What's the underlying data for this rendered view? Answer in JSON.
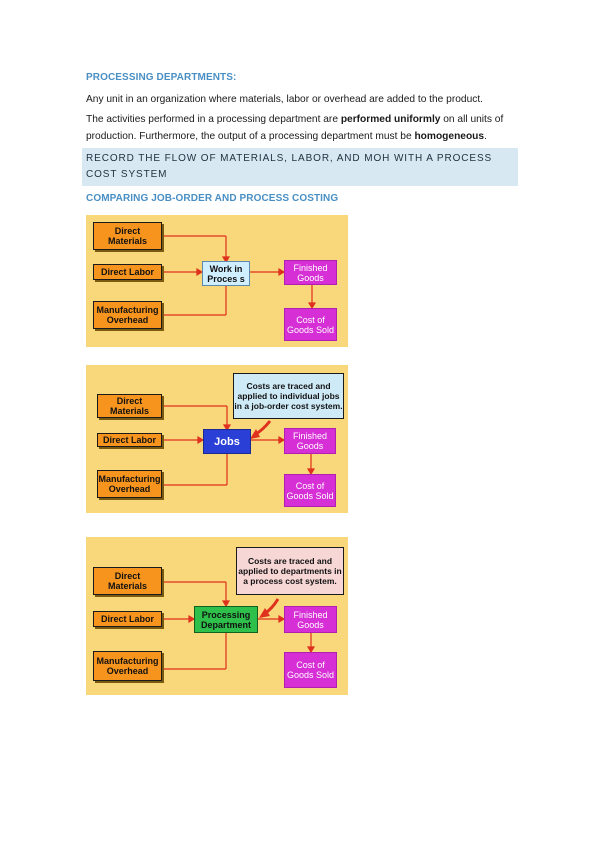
{
  "doc": {
    "heading1": "PROCESSING DEPARTMENTS:",
    "para1": "Any unit in an organization where materials, labor or overhead are added to the product.",
    "para2_a": "The activities performed in a processing department are ",
    "para2_b": "performed uniformly",
    "para2_c": " on all units of production. Furthermore, the output of a processing department must be ",
    "para2_d": "homogeneous",
    "para2_e": ".",
    "band_text": "RECORD THE FLOW OF MATERIALS, LABOR, AND MOH WITH A PROCESS COST SYSTEM",
    "heading2": "COMPARING JOB-ORDER AND PROCESS COSTING"
  },
  "diagram1": {
    "direct_materials": "Direct Materials",
    "direct_labor": "Direct Labor",
    "manufacturing_overhead": "Manufacturing Overhead",
    "center": "Work in Proces s",
    "finished_goods": "Finished Goods",
    "cogs": "Cost of Goods Sold"
  },
  "diagram2": {
    "direct_materials": "Direct Materials",
    "direct_labor": "Direct Labor",
    "manufacturing_overhead": "Manufacturing Overhead",
    "center": "Jobs",
    "finished_goods": "Finished Goods",
    "cogs": "Cost of Goods Sold",
    "callout": "Costs are traced and applied to individual jobs in a job-order cost system."
  },
  "diagram3": {
    "direct_materials": "Direct Materials",
    "direct_labor": "Direct Labor",
    "manufacturing_overhead": "Manufacturing Overhead",
    "center": "Processing Department",
    "finished_goods": "Finished Goods",
    "cogs": "Cost of Goods Sold",
    "callout": "Costs are traced and applied to departments in a process cost system."
  }
}
